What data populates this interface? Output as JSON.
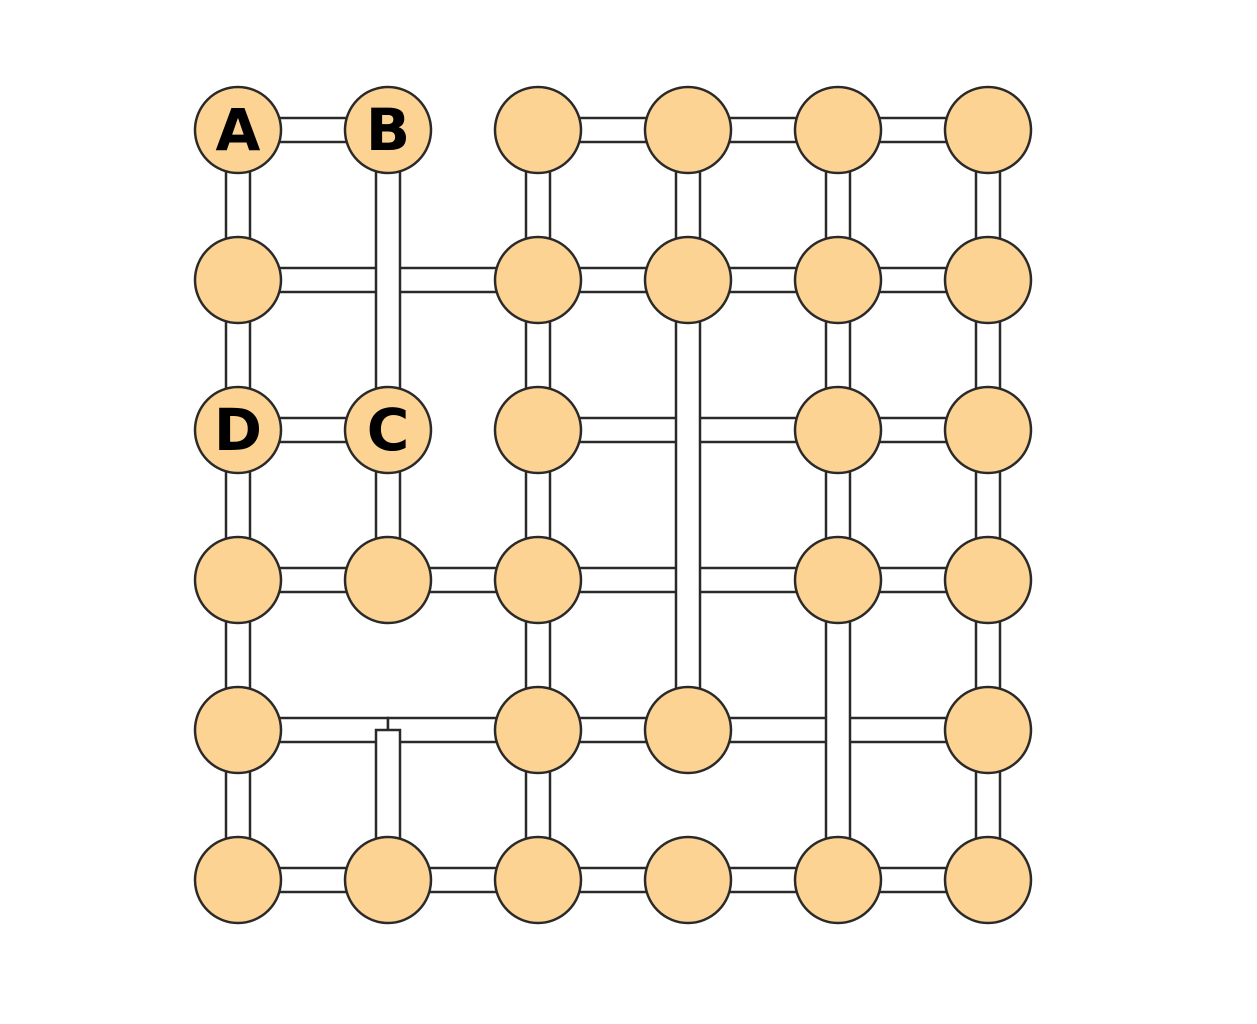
{
  "diagram": {
    "grid": {
      "columns": 6,
      "rows": 6
    },
    "colors": {
      "node_fill": "#fdd393",
      "node_stroke": "#2a2a2a",
      "bridge_fill": "#ffffff",
      "bridge_stroke": "#2a2a2a",
      "label": "#000000"
    },
    "labels": [
      {
        "node": [
          0,
          0
        ],
        "text": "A"
      },
      {
        "node": [
          1,
          0
        ],
        "text": "B"
      },
      {
        "node": [
          1,
          2
        ],
        "text": "C"
      },
      {
        "node": [
          0,
          2
        ],
        "text": "D"
      }
    ],
    "missing_nodes": [
      [
        1,
        1
      ],
      [
        3,
        2
      ],
      [
        3,
        3
      ],
      [
        1,
        4
      ],
      [
        4,
        4
      ]
    ],
    "links": [
      [
        [
          0,
          0
        ],
        [
          1,
          0
        ]
      ],
      [
        [
          2,
          0
        ],
        [
          3,
          0
        ]
      ],
      [
        [
          3,
          0
        ],
        [
          4,
          0
        ]
      ],
      [
        [
          4,
          0
        ],
        [
          5,
          0
        ]
      ],
      [
        [
          0,
          1
        ],
        [
          2,
          1
        ]
      ],
      [
        [
          2,
          1
        ],
        [
          5,
          1
        ]
      ],
      [
        [
          0,
          2
        ],
        [
          1,
          2
        ]
      ],
      [
        [
          2,
          2
        ],
        [
          4,
          2
        ]
      ],
      [
        [
          4,
          2
        ],
        [
          5,
          2
        ]
      ],
      [
        [
          0,
          3
        ],
        [
          1,
          3
        ]
      ],
      [
        [
          1,
          3
        ],
        [
          2,
          3
        ]
      ],
      [
        [
          2,
          3
        ],
        [
          4,
          3
        ]
      ],
      [
        [
          4,
          3
        ],
        [
          5,
          3
        ]
      ],
      [
        [
          0,
          4
        ],
        [
          1,
          4
        ]
      ],
      [
        [
          1,
          4
        ],
        [
          2,
          4
        ]
      ],
      [
        [
          2,
          4
        ],
        [
          3,
          4
        ]
      ],
      [
        [
          3,
          4
        ],
        [
          5,
          4
        ]
      ],
      [
        [
          0,
          5
        ],
        [
          1,
          5
        ]
      ],
      [
        [
          1,
          5
        ],
        [
          2,
          5
        ]
      ],
      [
        [
          2,
          5
        ],
        [
          3,
          5
        ]
      ],
      [
        [
          3,
          5
        ],
        [
          4,
          5
        ]
      ],
      [
        [
          4,
          5
        ],
        [
          5,
          5
        ]
      ],
      [
        [
          0,
          0
        ],
        [
          0,
          1
        ]
      ],
      [
        [
          0,
          1
        ],
        [
          0,
          2
        ]
      ],
      [
        [
          0,
          2
        ],
        [
          0,
          3
        ]
      ],
      [
        [
          0,
          3
        ],
        [
          0,
          4
        ]
      ],
      [
        [
          0,
          4
        ],
        [
          0,
          5
        ]
      ],
      [
        [
          1,
          0
        ],
        [
          1,
          2
        ]
      ],
      [
        [
          1,
          2
        ],
        [
          1,
          3
        ]
      ],
      [
        [
          1,
          4
        ],
        [
          1,
          5
        ]
      ],
      [
        [
          2,
          0
        ],
        [
          2,
          1
        ]
      ],
      [
        [
          2,
          1
        ],
        [
          2,
          2
        ]
      ],
      [
        [
          2,
          2
        ],
        [
          2,
          3
        ]
      ],
      [
        [
          2,
          3
        ],
        [
          2,
          4
        ]
      ],
      [
        [
          2,
          4
        ],
        [
          2,
          5
        ]
      ],
      [
        [
          3,
          0
        ],
        [
          3,
          4
        ]
      ],
      [
        [
          4,
          0
        ],
        [
          4,
          2
        ]
      ],
      [
        [
          4,
          2
        ],
        [
          4,
          3
        ]
      ],
      [
        [
          4,
          3
        ],
        [
          4,
          5
        ]
      ],
      [
        [
          5,
          0
        ],
        [
          5,
          1
        ]
      ],
      [
        [
          5,
          1
        ],
        [
          5,
          2
        ]
      ],
      [
        [
          5,
          2
        ],
        [
          5,
          3
        ]
      ],
      [
        [
          5,
          3
        ],
        [
          5,
          4
        ]
      ],
      [
        [
          5,
          4
        ],
        [
          5,
          5
        ]
      ]
    ]
  }
}
